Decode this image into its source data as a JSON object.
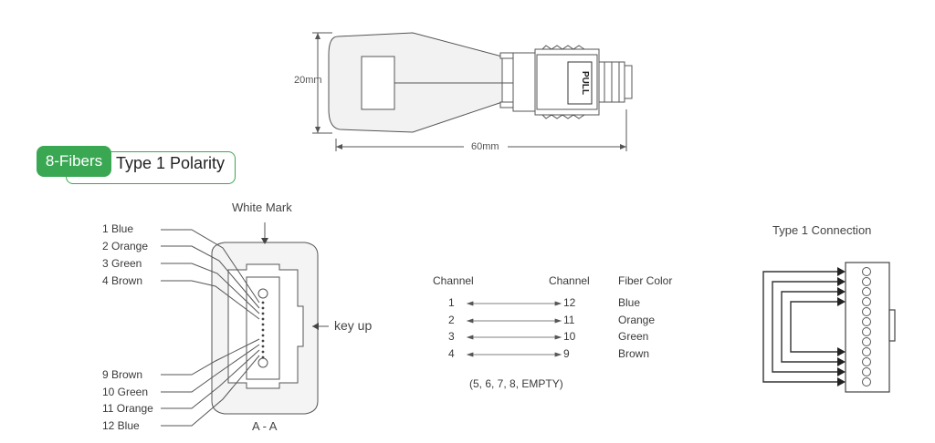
{
  "connector_top": {
    "dim_height": "20mm",
    "dim_width": "60mm",
    "pull_label": "PULL"
  },
  "badge": {
    "fibers": "8-Fibers",
    "polarity": "Type 1 Polarity"
  },
  "end_face": {
    "white_mark": "White Mark",
    "key_up": "key up",
    "section": "A - A",
    "fibers_top": [
      "1 Blue",
      "2 Orange",
      "3 Green",
      "4 Brown"
    ],
    "fibers_bottom": [
      "9 Brown",
      "10 Green",
      "11 Orange",
      "12 Blue"
    ]
  },
  "channel_table": {
    "headers": {
      "channel_a": "Channel",
      "channel_b": "Channel",
      "color": "Fiber Color"
    },
    "rows": [
      {
        "a": "1",
        "b": "12",
        "color": "Blue"
      },
      {
        "a": "2",
        "b": "11",
        "color": "Orange"
      },
      {
        "a": "3",
        "b": "10",
        "color": "Green"
      },
      {
        "a": "4",
        "b": "9",
        "color": "Brown"
      }
    ],
    "note": "(5, 6, 7, 8, EMPTY)"
  },
  "connection": {
    "title": "Type 1 Connection"
  },
  "colors": {
    "accent": "#3aa853",
    "line": "#555555"
  }
}
